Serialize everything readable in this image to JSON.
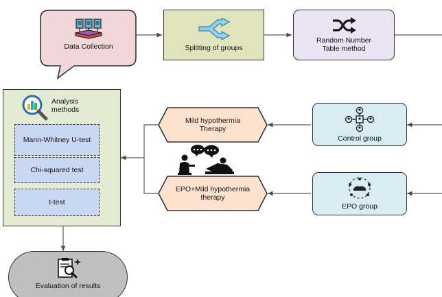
{
  "nodes": {
    "data_collection": "Data Collection",
    "splitting": "Splitting of groups",
    "random_number": "Random Number Table method",
    "control_group": "Control group",
    "epo_group": "EPO group",
    "mild_hypothermia": "Mild hypothermia Therapy",
    "epo_mild": "EPO+Mild hypothermia therapy",
    "analysis_title": "Analysis methods",
    "evaluation": "Evaluation of results"
  },
  "methods": [
    "Mann-Whitney U-test",
    "Chi-squared test",
    "t-test"
  ],
  "icons": {
    "data_collection": "documents-upload-icon",
    "splitting": "split-arrow-icon",
    "random_number": "shuffle-icon",
    "analysis": "magnifier-chart-icon",
    "control_group": "people-network-icon",
    "epo_group": "group-meeting-icon",
    "therapy": "therapy-session-icon",
    "evaluation": "clipboard-search-icon"
  },
  "colors": {
    "speech_bubble": "#f2d7d9",
    "split_box": "#dfe4bd",
    "random_box": "#e9e3f3",
    "group_boxes": "#d9ecf3",
    "therapy_hexagons": "#fde2cf",
    "analysis_panel": "#e3ecd3",
    "method_boxes": "#c9d7f2",
    "evaluation_box": "#bfbfbf"
  }
}
